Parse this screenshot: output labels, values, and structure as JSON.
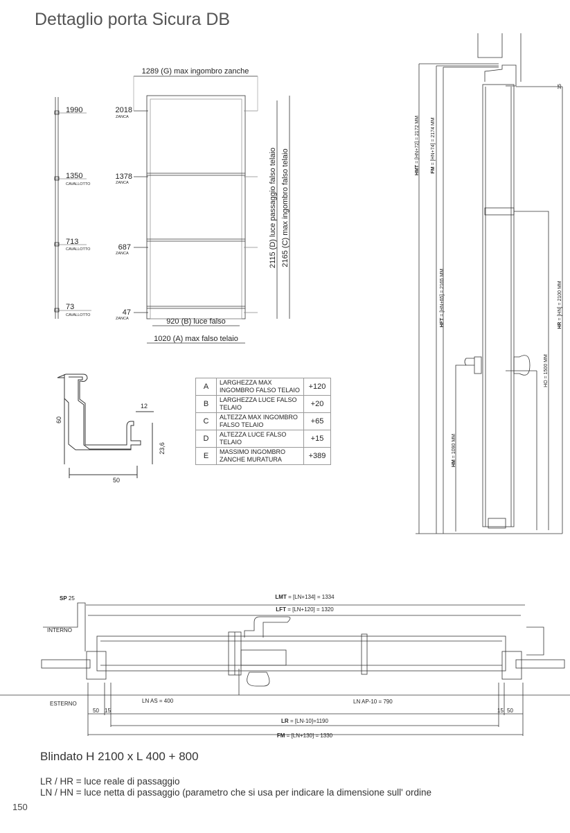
{
  "title": "Dettaglio porta Sicura DB",
  "frame": {
    "top_dim": "1289 (G) max ingombro zanche",
    "width_b": "920 (B) luce falso",
    "width_a": "1020 (A) max falso telaio",
    "height_d": "2115  (D) luce passaggio falso telaio",
    "height_c": "2165 (C) max ingombro falso telaio",
    "rail_marks": [
      {
        "value": "1990",
        "sub": ""
      },
      {
        "value": "1350",
        "sub": "CAVALLOTTO"
      },
      {
        "value": "713",
        "sub": "CAVALLOTTO"
      },
      {
        "value": "73",
        "sub": "CAVALLOTTO"
      }
    ],
    "zanca_marks": [
      {
        "value": "2018",
        "sub": "ZANCA"
      },
      {
        "value": "1378",
        "sub": "ZANCA"
      },
      {
        "value": "687",
        "sub": "ZANCA"
      },
      {
        "value": "47",
        "sub": "ZANCA"
      }
    ]
  },
  "profile": {
    "height": "60",
    "width": "50",
    "lip": "12",
    "depth": "23,6"
  },
  "table": [
    {
      "key": "A",
      "desc": "LARGHEZZA MAX INGOMBRO FALSO TELAIO",
      "value": "+120"
    },
    {
      "key": "B",
      "desc": "LARGHEZZA LUCE FALSO TELAIO",
      "value": "+20"
    },
    {
      "key": "C",
      "desc": "ALTEZZA MAX INGOMBRO FALSO TELAIO",
      "value": "+65"
    },
    {
      "key": "D",
      "desc": "ALTEZZA LUCE FALSO TELAIO",
      "value": "+15"
    },
    {
      "key": "E",
      "desc": "MASSIMO INGOMBRO ZANCHE MURATURA",
      "value": "+389"
    }
  ],
  "section": {
    "hmt_k": "HMT",
    "hmt": " = [HN+72] = 2172 MM",
    "fm_k": "FM",
    "fm": " = [HN+74] = 2174 MM",
    "hft_k": "HFT",
    "hft": " = [HN+65] = 2165 MM",
    "hr_k": "HR",
    "hr": " = [HN] = 2100 MM",
    "ho": "HO = 1500 MM",
    "hm_k": "HM",
    "hm": " = 1090 MM",
    "top_gap": "15"
  },
  "plan": {
    "sp_k": "SP",
    "sp": " 25",
    "lmt_k": "LMT",
    "lmt": " = [LN+134] = 1334",
    "lft_k": "LFT",
    "lft": " = [LN+120] = 1320",
    "interno": "INTERNO",
    "esterno": "ESTERNO",
    "ln_as": "LN AS = 400",
    "ln_ap": "LN AP-10 = 790",
    "d50": "50",
    "d15": "15",
    "lr_k": "LR",
    "lr": " = [LN-10]=1190",
    "fm_k": "FM",
    "fm": " = [LN+130] = 1330"
  },
  "subtitle": "Blindato H 2100 x L 400 + 800",
  "notes": [
    "LR / HR = luce reale di passaggio",
    "LN / HN = luce netta di passaggio (parametro che si usa per indicare la dimensione sull' ordine"
  ],
  "page_number": "150"
}
